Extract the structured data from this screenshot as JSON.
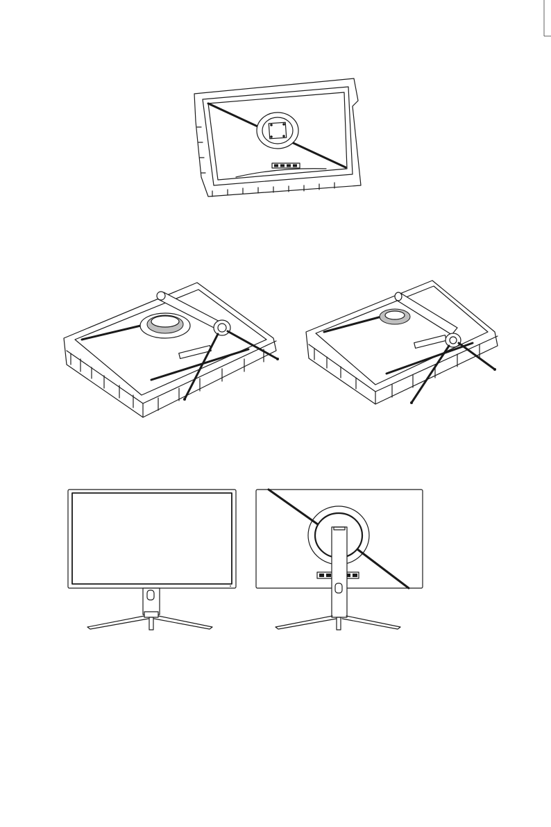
{
  "page": {
    "background": "#ffffff",
    "line_color": "#1a1a1a",
    "accent_gray": "#bfbfbf"
  },
  "figures": [
    {
      "id": "step-1",
      "icon": "monitor-face-down-in-foam-icon"
    },
    {
      "id": "step-2a",
      "icon": "stand-column-attach-icon"
    },
    {
      "id": "step-2b",
      "icon": "stand-column-secured-icon"
    },
    {
      "id": "step-3a",
      "icon": "monitor-front-view-icon"
    },
    {
      "id": "step-3b",
      "icon": "monitor-rear-view-icon"
    }
  ]
}
